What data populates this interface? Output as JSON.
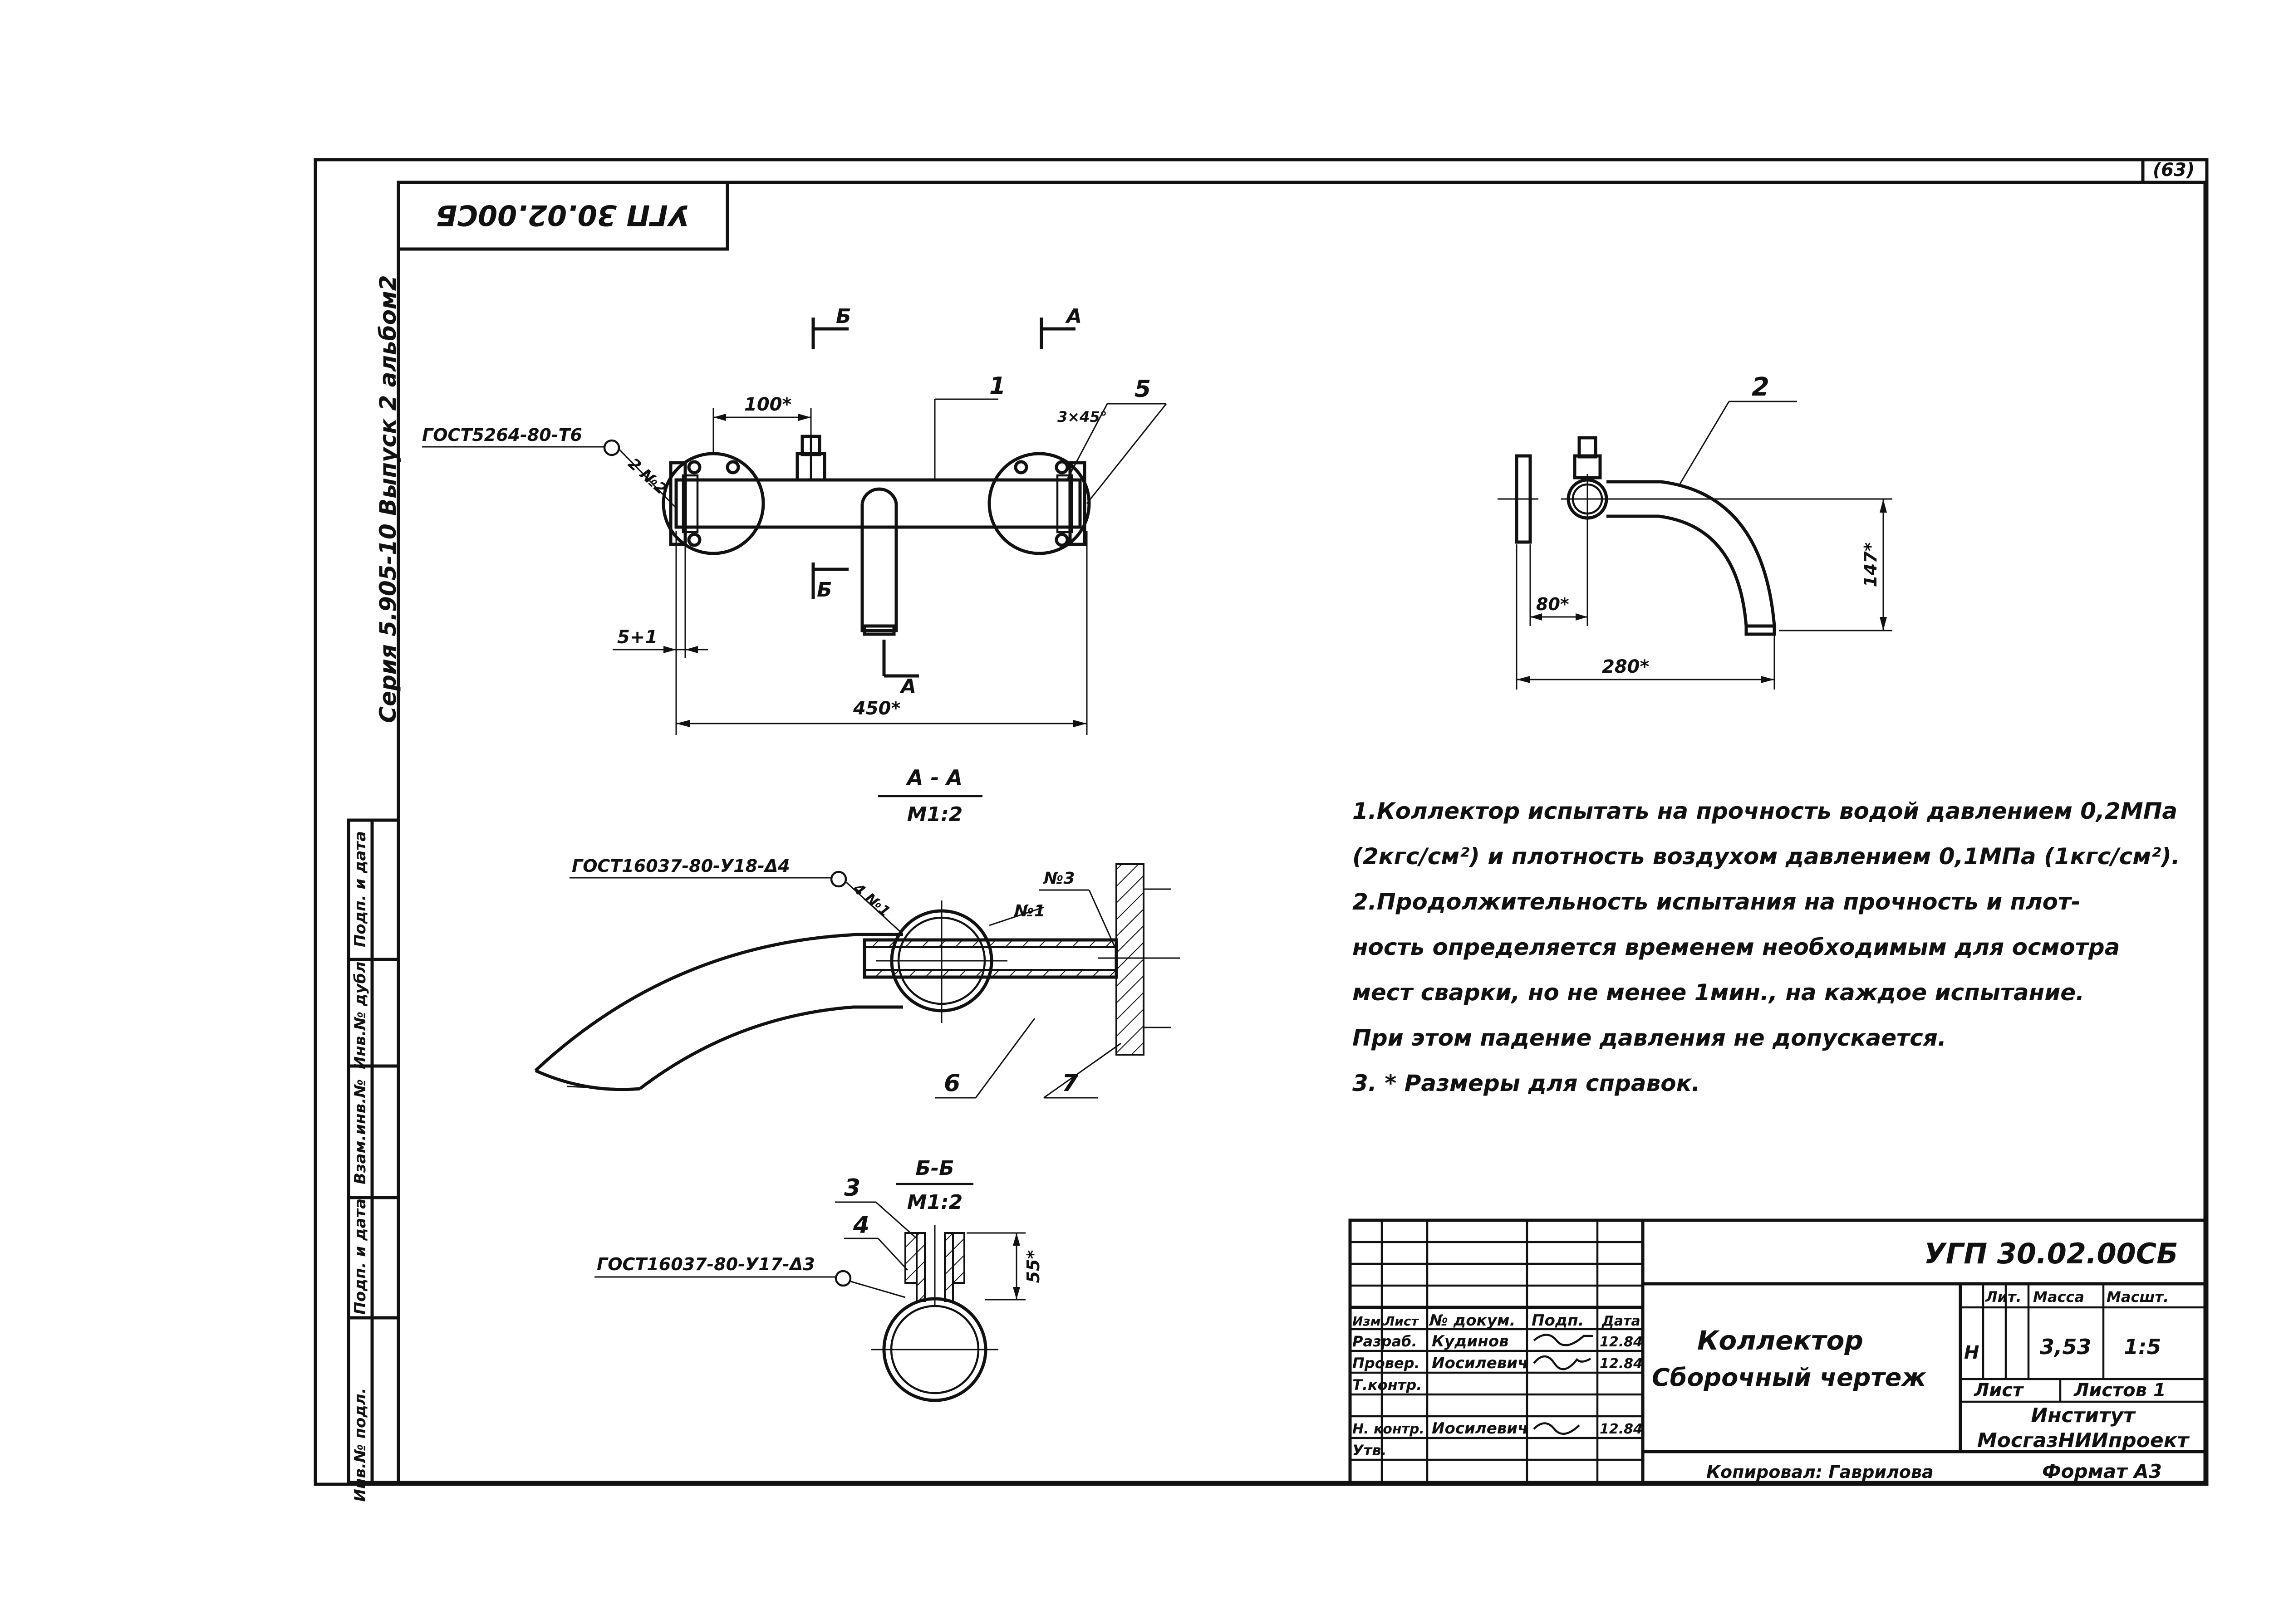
{
  "sheet": {
    "page_number": "(63)",
    "code_top": "УГП 30.02.00СБ",
    "series_vertical": "Серия 5.905-10 Выпуск 2 альбом2",
    "side_stamp": [
      "Инв.№ подл.",
      "Подп. и дата",
      "Взам.инв.№",
      "Инв.№ дубл.",
      "Подп. и дата"
    ],
    "copied_by": "Копировал: Гаврилова",
    "format": "Формат А3"
  },
  "front_view": {
    "gost_label": "ГОСТ5264-80-Т6",
    "weld_mark": "2 №2",
    "leader_1": "1",
    "leader_5": "5",
    "dim_100": "100*",
    "dim_3x45": "3×45°",
    "dim_5": "5+1",
    "dim_450": "450*",
    "section_b": "Б",
    "section_a": "А"
  },
  "side_view": {
    "leader_2": "2",
    "dim_80": "80*",
    "dim_280": "280*",
    "dim_147": "147*"
  },
  "section_aa": {
    "title": "А - А",
    "scale": "М1:2",
    "gost_label": "ГОСТ16037-80-У18-Δ4",
    "weld_mark": "4 №1",
    "no3": "№3",
    "no1": "№1",
    "leader_6": "6",
    "leader_7": "7"
  },
  "section_bb": {
    "title": "Б-Б",
    "scale": "М1:2",
    "gost_label": "ГОСТ16037-80-У17-Δ3",
    "leader_3": "3",
    "leader_4": "4",
    "dim_55": "55*"
  },
  "notes": [
    "1.Коллектор испытать на прочность водой давлением 0,2МПа",
    "(2кгс/см²) и плотность воздухом давлением 0,1МПа (1кгс/см²).",
    "2.Продолжительность испытания на прочность и плот-",
    "ность определяется временем необходимым для осмотра",
    "мест сварки, но не менее 1мин., на каждое испытание.",
    "При этом падение давления не допускается.",
    "3. * Размеры для справок."
  ],
  "title_block": {
    "code": "УГП 30.02.00СБ",
    "name_line1": "Коллектор",
    "name_line2": "Сборочный чертеж",
    "col_headers": [
      "Изм.",
      "Лист",
      "№ докум.",
      "Подп.",
      "Дата"
    ],
    "roles": [
      "Разраб.",
      "Провер.",
      "Т.контр.",
      "",
      "Н. контр.",
      "Утв."
    ],
    "names": [
      "Кудинов",
      "Иосилевич",
      "",
      "",
      "Иосилевич",
      ""
    ],
    "dates": [
      "12.84",
      "12.84",
      "",
      "",
      "12.84",
      ""
    ],
    "lit_header": "Лит.",
    "mass_header": "Масса",
    "scale_header": "Масшт.",
    "lit_value": "Н",
    "mass_value": "3,53",
    "scale_value": "1:5",
    "sheet_label": "Лист",
    "sheets_label": "Листов 1",
    "org_line1": "Институт",
    "org_line2": "МосгазНИИпроект"
  }
}
